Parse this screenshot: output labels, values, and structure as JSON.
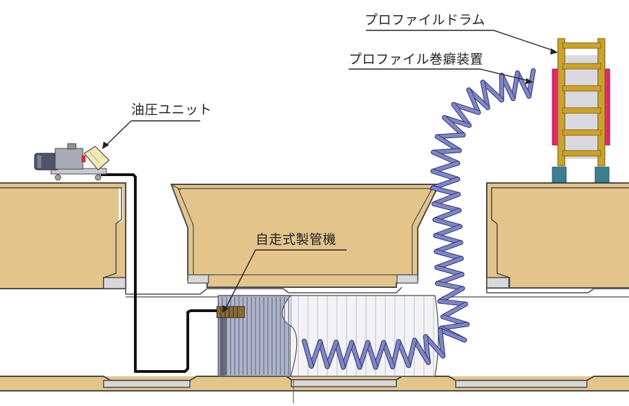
{
  "labels": {
    "profile_drum": "プロファイルドラム",
    "winding_device": "プロファイル巻癖装置",
    "hydraulic_unit": "油圧ユニット",
    "pipe_machine": "自走式製管機"
  },
  "colors": {
    "ground": "#E3C48B",
    "ground_outline": "#4A4A4A",
    "profile_strip": "#7F86C0",
    "profile_stroke": "#2F347A",
    "drum_wood": "#C9A22F",
    "drum_wood_dark": "#8A6A12",
    "drum_grey": "#D9D9DF",
    "drum_guard": "#E2296E",
    "drum_base": "#3E7E91",
    "hose": "#111111",
    "machine_grey": "#A9ACB5",
    "pipe_white": "#F3F3F6"
  }
}
